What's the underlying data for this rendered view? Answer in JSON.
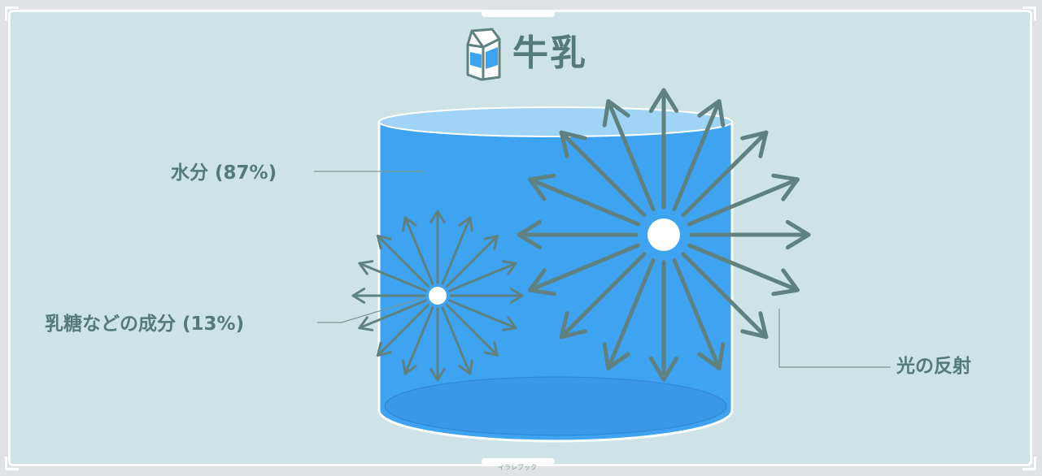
{
  "title": "牛乳",
  "labels": {
    "water": "水分 (87%)",
    "components": "乳糖などの成分 (13%)",
    "reflection": "光の反射"
  },
  "credit": "イラレブック",
  "icons": {
    "title_icon": "milk-carton-icon",
    "small_burst": "light-scatter-small-icon",
    "large_burst": "light-scatter-large-icon"
  },
  "colors": {
    "background": "#cde3e5",
    "milk_liquid": "#3ea3f0",
    "milk_surface": "#9fd4f7",
    "arrow": "#5f8280",
    "text": "#557a78"
  }
}
